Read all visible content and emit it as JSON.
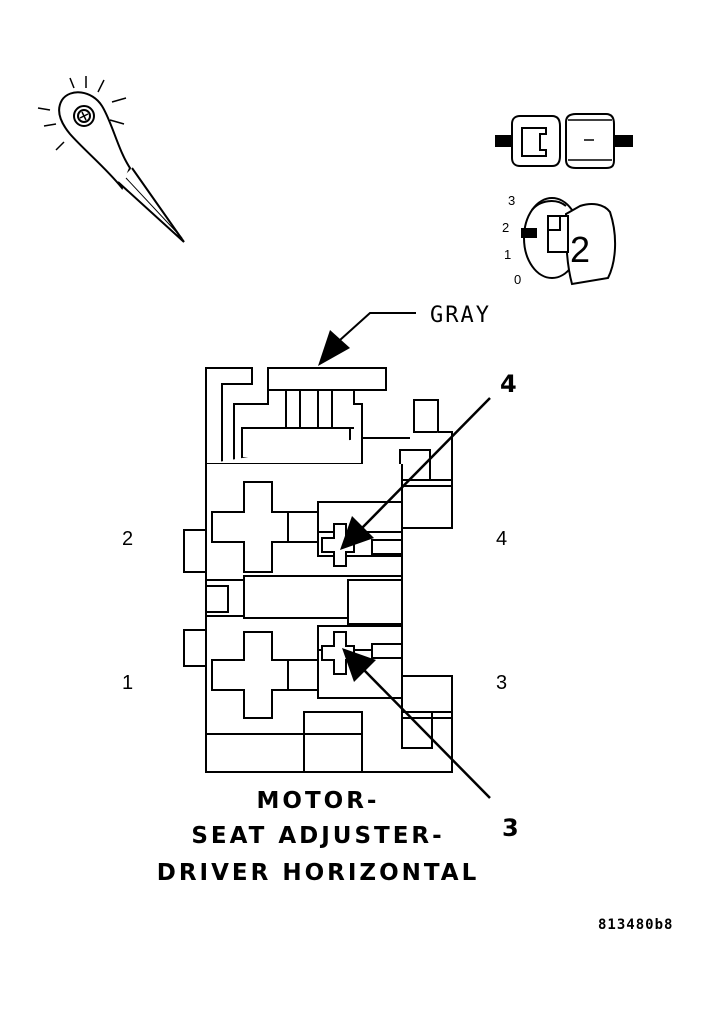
{
  "connector": {
    "color_label": "GRAY",
    "caption_lines": [
      "MOTOR-",
      "SEAT ADJUSTER-",
      "DRIVER HORIZONTAL"
    ],
    "figure_code": "813480b8"
  },
  "pins": {
    "left_upper": "2",
    "left_lower": "1",
    "right_upper": "4",
    "right_lower": "3"
  },
  "callouts": {
    "top": "4",
    "bottom": "3"
  },
  "key_legend": {
    "scale": [
      "3",
      "2",
      "1",
      "0"
    ],
    "key_number": "2"
  },
  "icons": [
    "probe-tool-icon",
    "connector-pair-icon",
    "key-position-icon"
  ]
}
